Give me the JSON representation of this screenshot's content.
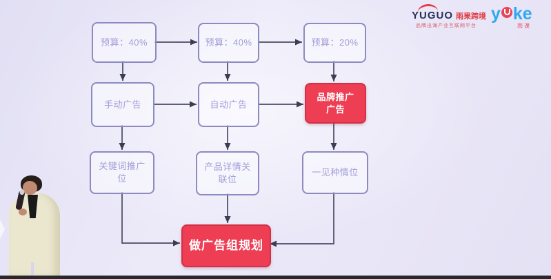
{
  "slide_type": "flowchart-presentation",
  "flowchart": {
    "budget1": "预算：40%",
    "budget2": "预算：40%",
    "budget3": "预算：20%",
    "manual_ads": "手动广告",
    "auto_ads": "自动广告",
    "brand_ads": "品牌推广\n广告",
    "keyword_slot": "关键词推广\n位",
    "product_detail_slot": "产品详情关\n联位",
    "love_first_sight_slot": "一见种情位",
    "ad_group_plan": "做广告组规划"
  },
  "logos": {
    "yuguo": {
      "name": "YUGUO",
      "cn": "雨果跨境",
      "tagline": "品牌出海产业互联网平台"
    },
    "yoke": {
      "part1": "y",
      "part2": "ke",
      "sub": "雨课"
    }
  },
  "colors": {
    "background": "#e9e6f7",
    "node_border": "#8d8ac1",
    "node_text": "#a29ed8",
    "arrow": "#4a4a63",
    "accent_red": "#ee3e53",
    "yuguo_navy": "#26305a",
    "yuguo_red": "#e23c44",
    "yoke_blue": "#2fa8f0"
  }
}
